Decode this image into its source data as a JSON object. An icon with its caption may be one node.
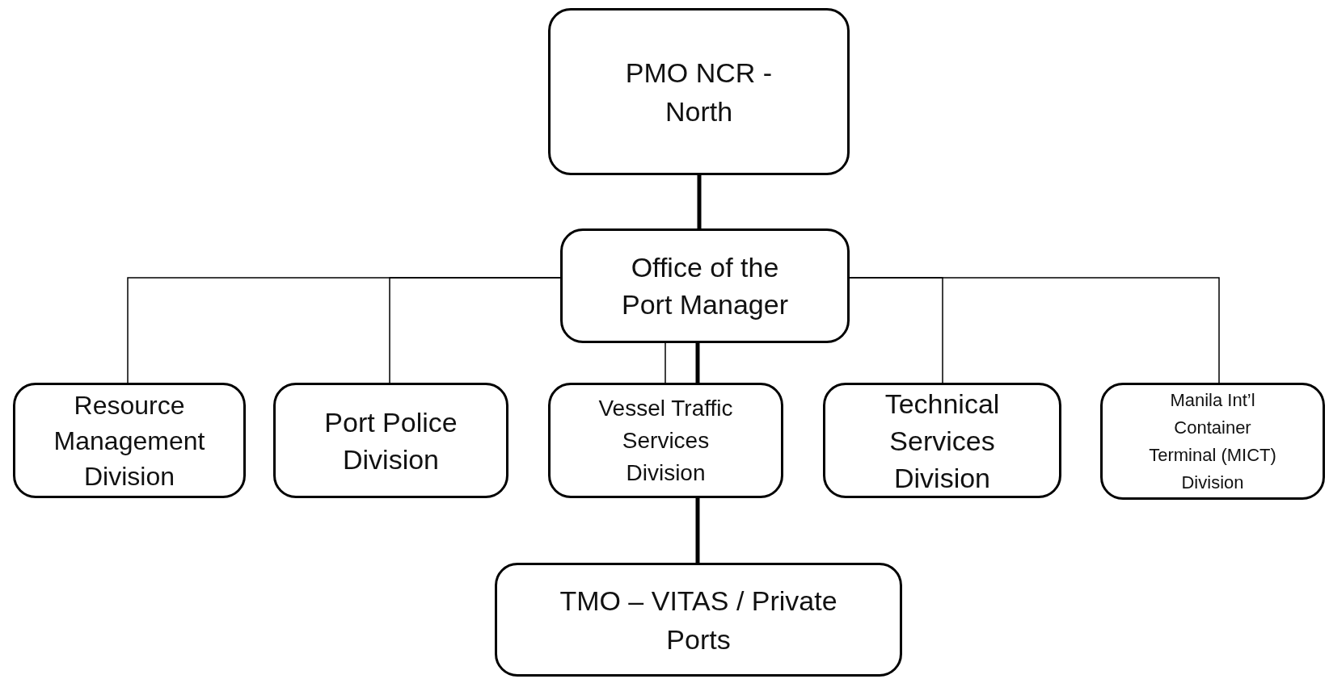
{
  "diagram": {
    "nodes": [
      {
        "text": [
          "PMO NCR - North"
        ]
      },
      {
        "text": [
          "Office of the Port Manager"
        ]
      },
      {
        "text": [
          "Resource Management Division"
        ]
      },
      {
        "text": [
          "Port Police Division"
        ]
      },
      {
        "text": [
          "Vessel Traffic Services Division"
        ]
      },
      {
        "text": [
          "Technical Services Division"
        ]
      },
      {
        "text": [
          "Manila Int’l Container Terminal (MICT) Division"
        ]
      },
      {
        "text": [
          "TMO – VITAS / Private Ports"
        ]
      }
    ],
    "edges": [
      {
        "from": 0,
        "to": 1,
        "arrow": "none",
        "style": "thick"
      },
      {
        "from": 1,
        "to": 2,
        "arrow": "none"
      },
      {
        "from": 1,
        "to": 3,
        "arrow": "none"
      },
      {
        "from": 1,
        "to": 4,
        "arrow": "none"
      },
      {
        "from": 1,
        "to": 4,
        "arrow": "none",
        "style": "thick"
      },
      {
        "from": 1,
        "to": 5,
        "arrow": "none"
      },
      {
        "from": 1,
        "to": 6,
        "arrow": "none"
      },
      {
        "from": 4,
        "to": 7,
        "arrow": "none",
        "style": "thick"
      }
    ]
  }
}
